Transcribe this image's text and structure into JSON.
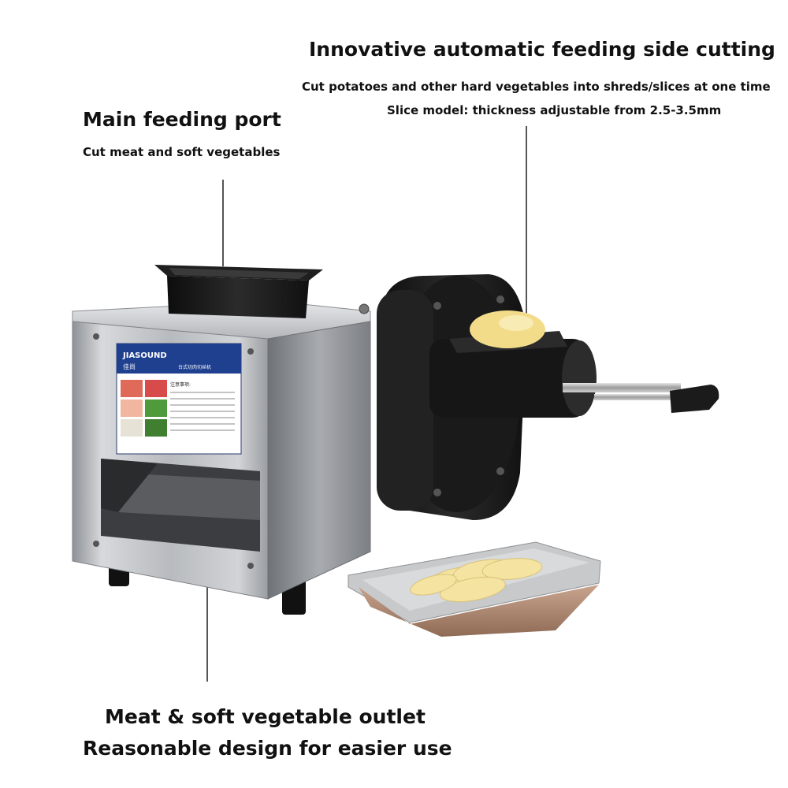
{
  "top_right": {
    "title": "Innovative automatic feeding side cutting",
    "line1": "Cut potatoes and other hard vegetables into shreds/slices at one time",
    "line2": "Slice model: thickness adjustable from 2.5-3.5mm"
  },
  "top_left": {
    "title": "Main feeding port",
    "subtitle": "Cut meat and soft vegetables"
  },
  "bottom": {
    "line1": "Meat & soft vegetable outlet",
    "line2": "Reasonable design for easier use"
  },
  "machine_label": {
    "brand": "JIASOUND",
    "brand_cn": "佳尚",
    "model_cn": "台式切肉切丝机",
    "notice_cn": "注意事项:"
  },
  "colors": {
    "steel": "#b9bcc0",
    "black": "#1a1a1a",
    "label_blue": "#1f3f8f",
    "potato": "#f2dc8a"
  }
}
